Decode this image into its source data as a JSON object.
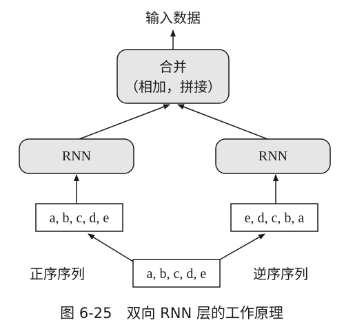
{
  "output_label": "输入数据",
  "merge_box": {
    "line1": "合并",
    "line2": "（相加，拼接）"
  },
  "rnn_left": {
    "label": "RNN"
  },
  "rnn_right": {
    "label": "RNN"
  },
  "seq_forward_box": {
    "label": "a, b, c, d, e"
  },
  "seq_backward_box": {
    "label": "e, d, c, b, a"
  },
  "seq_input_box": {
    "label": "a, b, c, d, e"
  },
  "forward_label": "正序序列",
  "backward_label": "逆序序列",
  "caption": "图 6-25　双向 RNN 层的工作原理",
  "colors": {
    "rounded_box_fill": "#e6e6e6",
    "stroke": "#1a1a1a",
    "text": "#1a1a1a"
  }
}
